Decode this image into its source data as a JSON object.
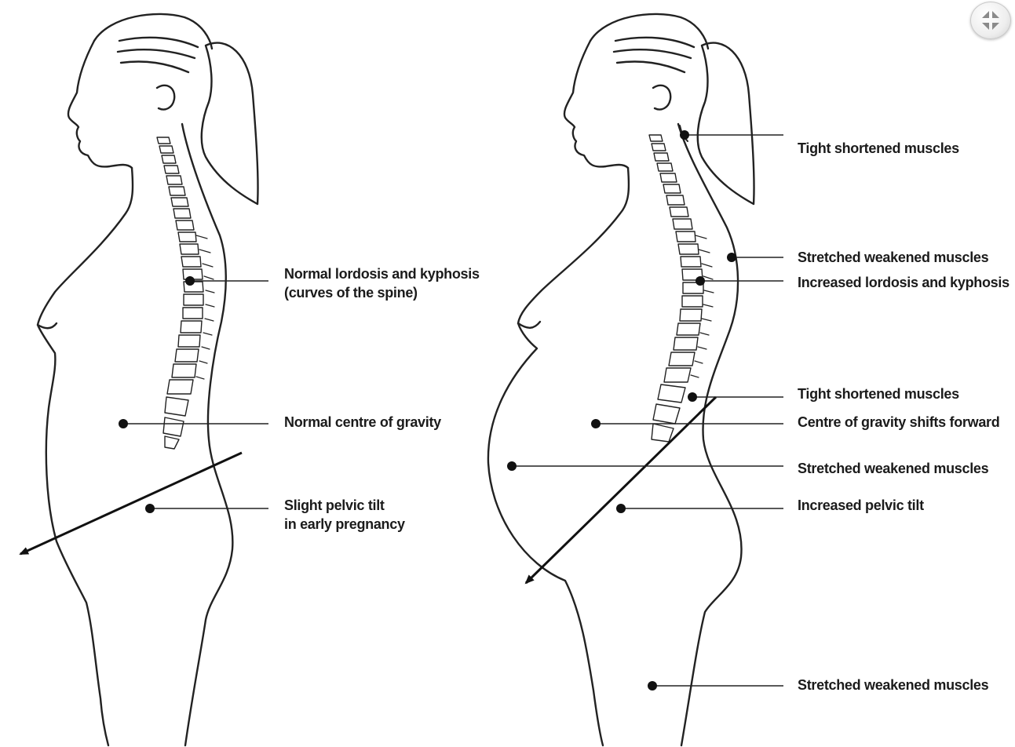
{
  "left_figure": {
    "labels": {
      "spine_line1": "Normal lordosis and kyphosis",
      "spine_line2": "(curves of the spine)",
      "gravity": "Normal centre of gravity",
      "pelvic_line1": "Slight pelvic tilt",
      "pelvic_line2": "in early pregnancy"
    }
  },
  "right_figure": {
    "labels": {
      "neck_muscles": "Tight shortened muscles",
      "upper_back": "Stretched weakened muscles",
      "spine": "Increased lordosis and kyphosis",
      "lower_back": "Tight shortened muscles",
      "gravity": "Centre of gravity shifts forward",
      "abdomen": "Stretched weakened muscles",
      "pelvic": "Increased pelvic tilt",
      "thigh": "Stretched weakened muscles"
    }
  },
  "controls": {
    "expand_icon": "expand-icon"
  }
}
